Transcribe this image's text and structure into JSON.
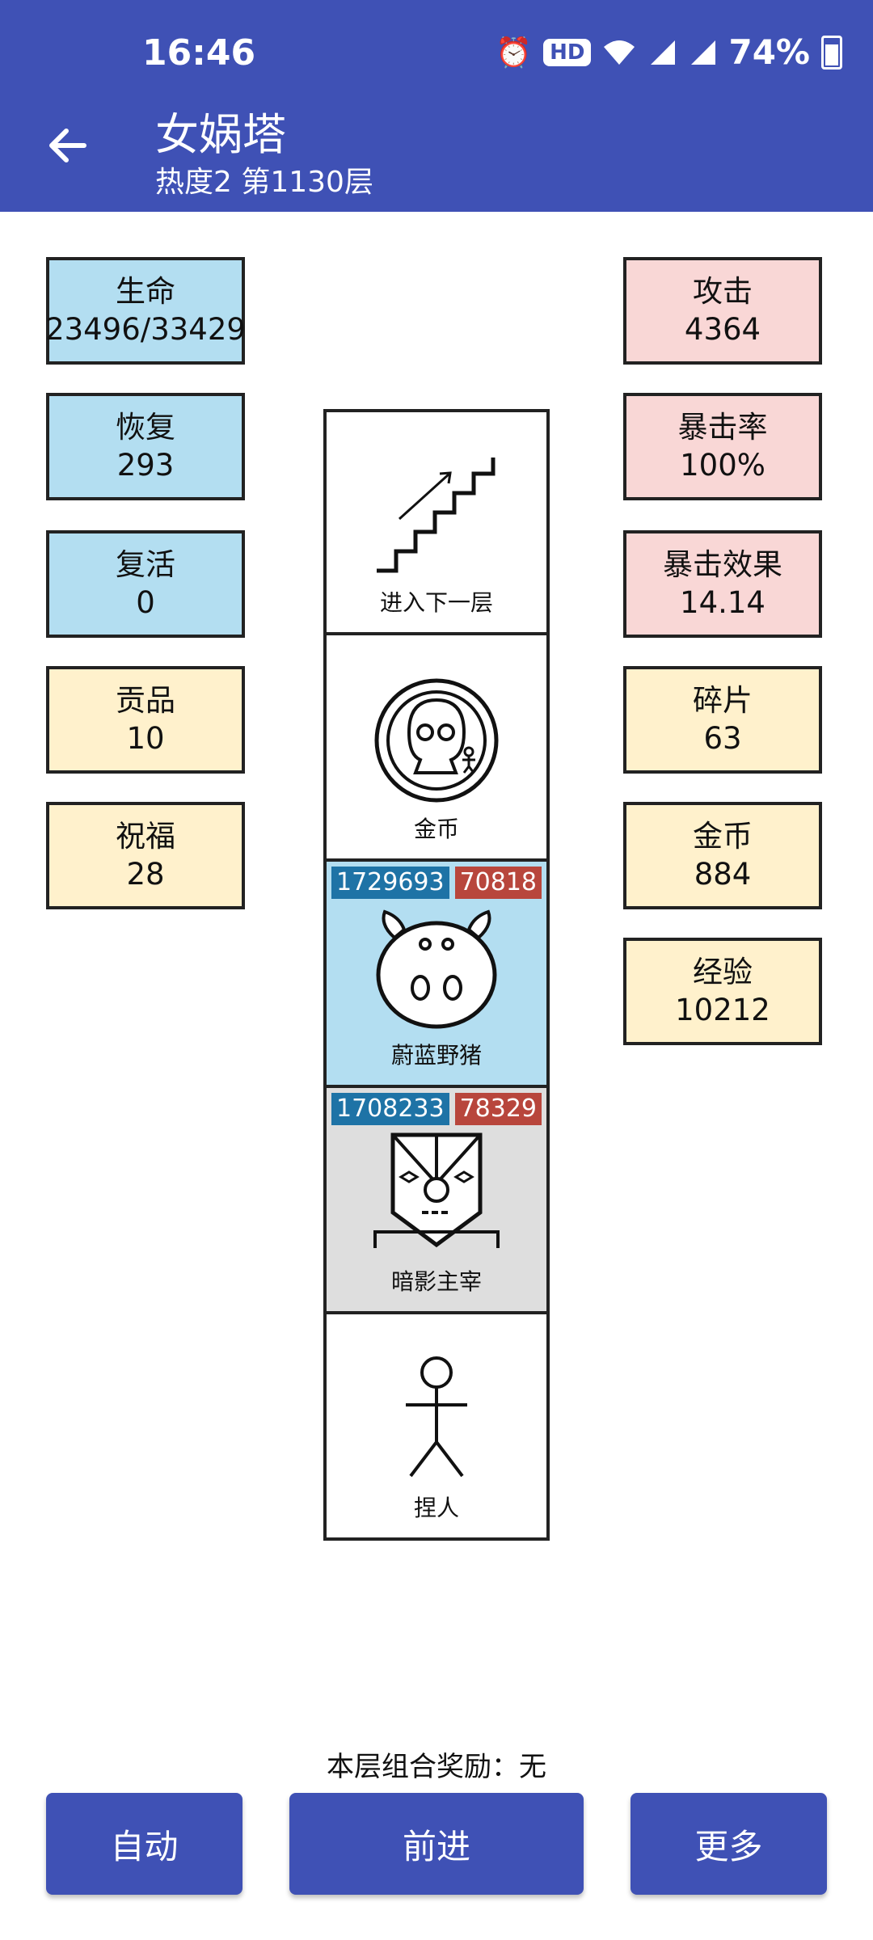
{
  "status_bar": {
    "time": "16:46",
    "hd": "HD",
    "battery": "74%"
  },
  "header": {
    "title": "女娲塔",
    "subtitle": "热度2 第1130层"
  },
  "stats_left": [
    {
      "label": "生命",
      "value": "23496/33429"
    },
    {
      "label": "恢复",
      "value": "293"
    },
    {
      "label": "复活",
      "value": "0"
    },
    {
      "label": "贡品",
      "value": "10"
    },
    {
      "label": "祝福",
      "value": "28"
    }
  ],
  "stats_right": [
    {
      "label": "攻击",
      "value": "4364"
    },
    {
      "label": "暴击率",
      "value": "100%"
    },
    {
      "label": "暴击效果",
      "value": "14.14"
    },
    {
      "label": "碎片",
      "value": "63"
    },
    {
      "label": "金币",
      "value": "884"
    },
    {
      "label": "经验",
      "value": "10212"
    }
  ],
  "tower": [
    {
      "label": "进入下一层",
      "icon": "stairs-icon"
    },
    {
      "label": "金币",
      "icon": "coin-icon"
    },
    {
      "label": "蔚蓝野猪",
      "icon": "boar-icon",
      "hp": "1729693",
      "atk": "70818"
    },
    {
      "label": "暗影主宰",
      "icon": "mask-icon",
      "hp": "1708233",
      "atk": "78329"
    },
    {
      "label": "捏人",
      "icon": "stick-figure-icon"
    }
  ],
  "combo_text": "本层组合奖励：无",
  "buttons": {
    "auto": "自动",
    "forward": "前进",
    "more": "更多"
  },
  "colors": {
    "primary": "#3f51b5",
    "stat_blue": "#b3def1",
    "stat_pink": "#f9d7d6",
    "stat_yellow": "#fff1cc",
    "hp_badge": "#1e73a6",
    "atk_badge": "#b8463c"
  }
}
